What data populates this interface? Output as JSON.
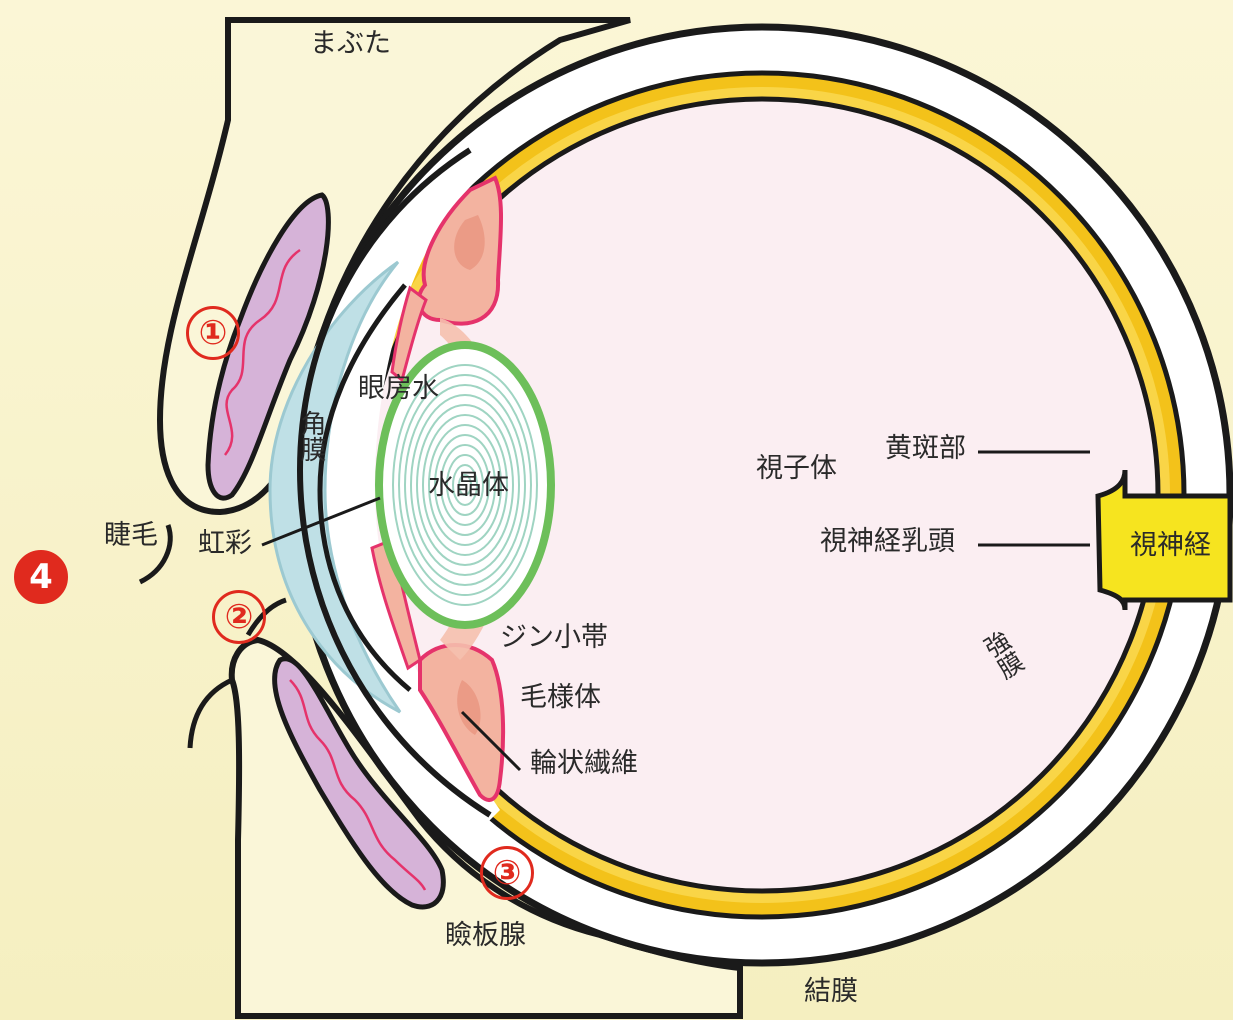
{
  "labels": {
    "eyelid": "まぶた",
    "eyelashes": "睫毛",
    "iris": "虹彩",
    "cornea": "角膜",
    "aqueous": "眼房水",
    "lens": "水晶体",
    "zonule": "ジン小帯",
    "ciliary_body": "毛様体",
    "ciliary_muscle": "輪状繊維",
    "meibomian": "瞼板腺",
    "conjunctiva": "結膜",
    "vitreous": "視子体",
    "macula": "黄斑部",
    "optic_disc": "視神経乳頭",
    "optic_nerve": "視神経",
    "sclera": "強膜"
  },
  "markers": [
    "①",
    "②",
    "③",
    "4"
  ],
  "colors": {
    "background": "#f7f3cf",
    "eyeball_interior": "#fbeef2",
    "sclera_yellow": "#f3c21a",
    "optic_nerve": "#f6e41f",
    "cornea": "#bfe0e6",
    "ciliary": "#f3b3a0",
    "ciliary_border": "#e5336b",
    "lens_ring": "#6dbf5a",
    "gland": "#d6b3d8",
    "marker_red": "#e02a1e"
  }
}
